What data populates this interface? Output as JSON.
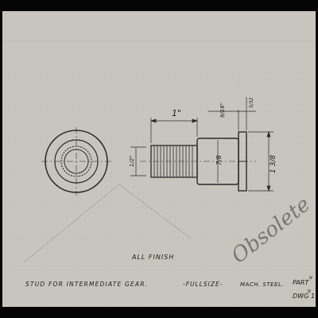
{
  "drawing": {
    "title": "STUD FOR INTERMEDIATE GEAR.",
    "scale": "-FULLSIZE-",
    "material": "MACH. STEEL.",
    "part_label": "PART",
    "part_sup": "N",
    "dwg_label": "DWG",
    "dwg_sup": "N",
    "dwg_tail": "1",
    "finish_note": "ALL FINISH",
    "handwritten_note": "Obsolete",
    "dimensions": {
      "length_main": "1\"",
      "collar_dia": "9/16\"",
      "collar_thickness": "5/32",
      "thread_dia": "1/2\"",
      "body_dia": "7/8",
      "head_dia": "1 3/8"
    }
  },
  "colors": {
    "paper": "#c9c6bf",
    "ink": "#2a2a2a",
    "grid": "#b9b6b0",
    "backdrop": "#050505"
  }
}
